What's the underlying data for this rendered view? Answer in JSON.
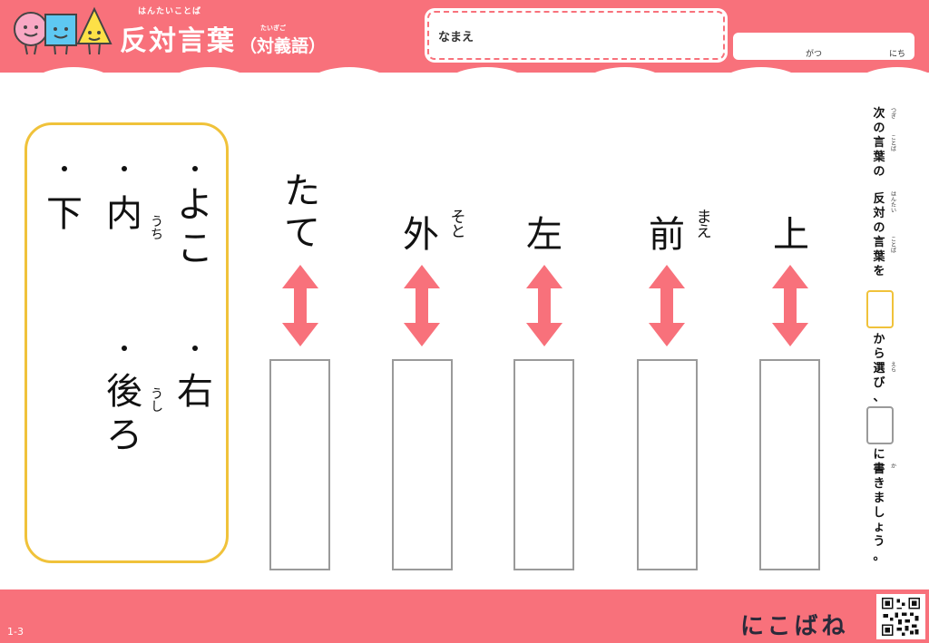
{
  "header": {
    "title_ruby": "はんたいことば",
    "title": "反対言葉",
    "subtitle_ruby": "たいぎご",
    "subtitle": "（対義語）",
    "name_label": "なまえ",
    "month_label": "がつ",
    "day_label": "にち",
    "logo_icons": [
      "pink-circle-face-icon",
      "blue-square-face-icon",
      "yellow-triangle-face-icon"
    ]
  },
  "choices": [
    {
      "text": "よこ",
      "ruby": ""
    },
    {
      "text": "内",
      "ruby": "うち"
    },
    {
      "text": "下",
      "ruby": ""
    },
    {
      "text": "右",
      "ruby": ""
    },
    {
      "text": "後ろ",
      "ruby": "うし"
    }
  ],
  "questions": [
    {
      "text": "たて",
      "ruby": ""
    },
    {
      "text": "外",
      "ruby": "そと"
    },
    {
      "text": "左",
      "ruby": ""
    },
    {
      "text": "前",
      "ruby": "まえ"
    },
    {
      "text": "上",
      "ruby": ""
    }
  ],
  "instructions": {
    "line1": "次の言葉の",
    "line1_ruby_tsugi": "つぎ",
    "line1_ruby_kotoba": "ことば",
    "line2": "反対の言葉を",
    "line2_ruby_hantai": "はんたい",
    "line2_ruby_kotoba": "ことば",
    "line3": "から選び、",
    "line3_ruby_erabi": "えら",
    "line4": "に書きましょう。",
    "line4_ruby_ka": "か"
  },
  "footer": {
    "page_code": "1-3",
    "brand": "にこばね"
  },
  "colors": {
    "accent_pink": "#f8717b",
    "choice_border": "#f0c23a",
    "arrow": "#f8717b"
  }
}
